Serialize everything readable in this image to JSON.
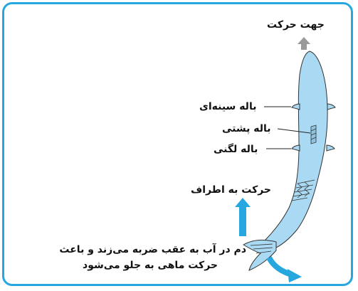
{
  "labels": {
    "direction": "جهت حرکت",
    "pectoral_fin": "باله سینه‌ای",
    "dorsal_fin": "باله پشتی",
    "pelvic_fin": "باله لگنی",
    "lateral_movement": "حرکت به اطراف",
    "tail_line1": "دم در آب به عقب ضربه می‌زند و باعث",
    "tail_line2": "حرکت ماهی به جلو می‌شود"
  },
  "colors": {
    "border": "#27a7df",
    "fish_body": "#a9d9f3",
    "fish_outline": "#333333",
    "blue_arrow": "#27a7df",
    "gray_arrow": "#9a9a9a"
  }
}
